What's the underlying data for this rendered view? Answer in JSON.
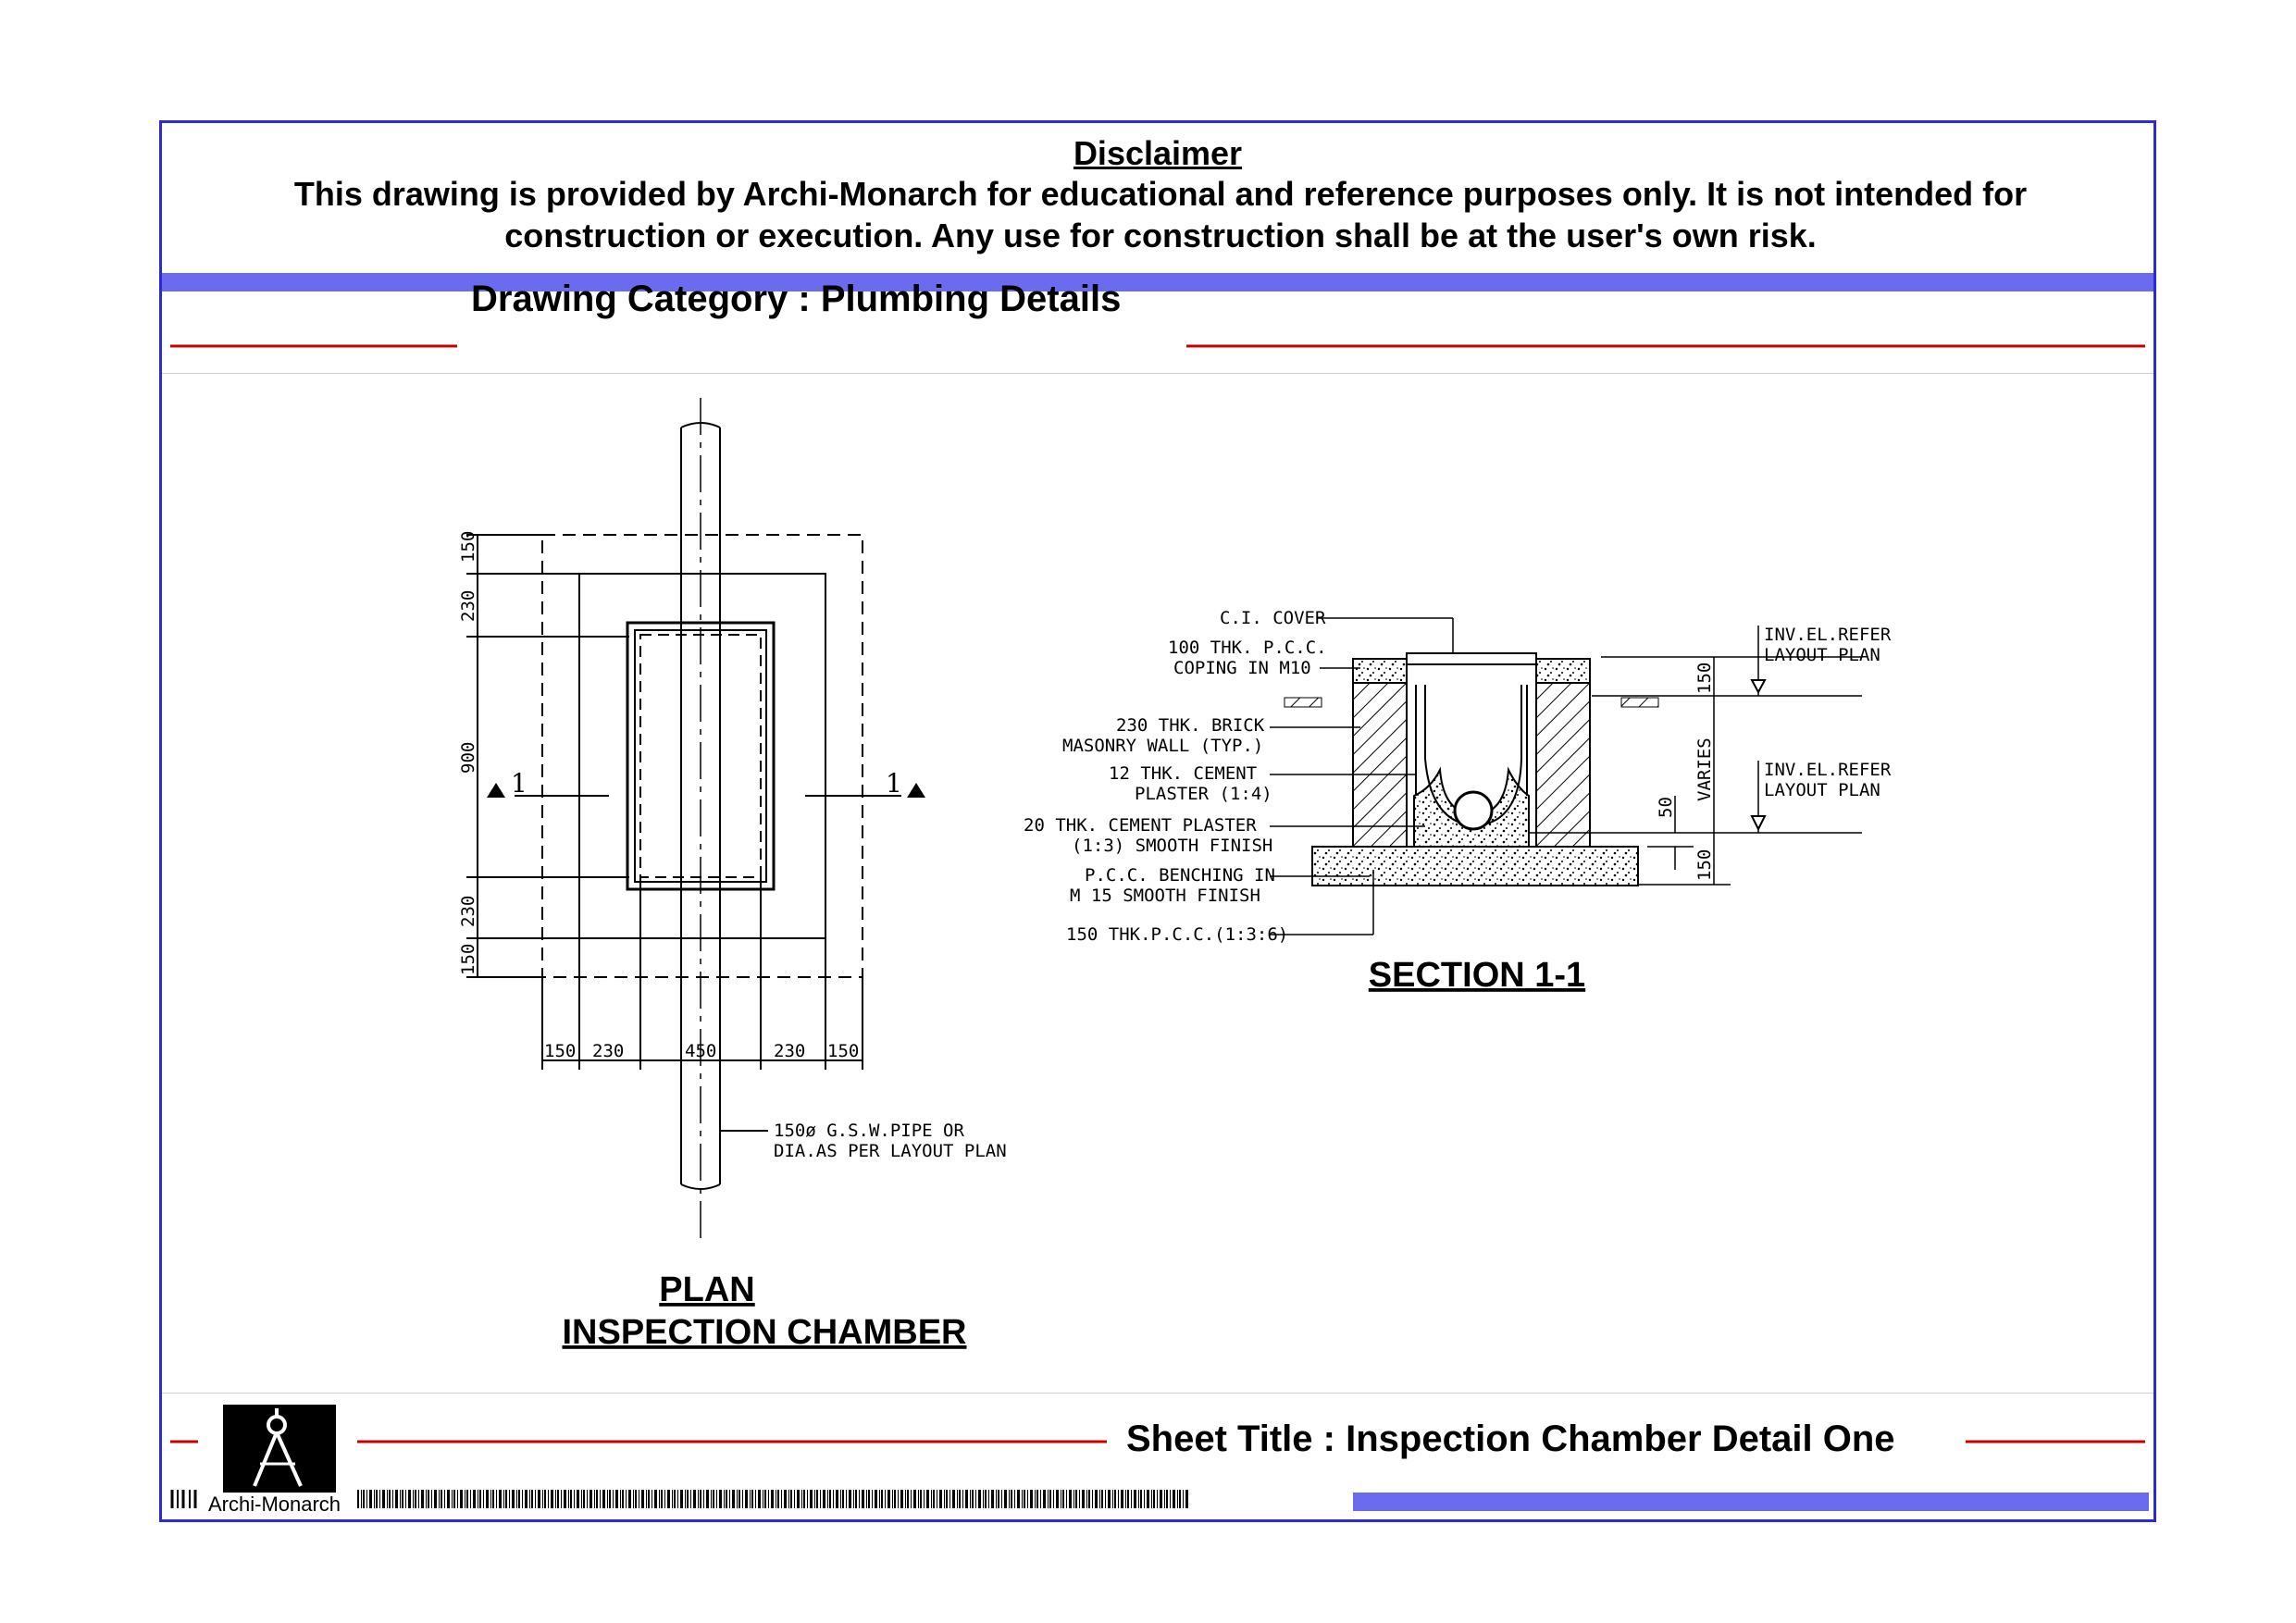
{
  "disclaimer": {
    "title": "Disclaimer",
    "text": "This drawing is provided by Archi-Monarch for educational and reference purposes only. It is not intended for construction or execution. Any use for construction shall be at the user's own risk."
  },
  "drawing_category": "Drawing Category : Plumbing Details",
  "sheet_title": "Sheet Title : Inspection Chamber Detail One",
  "brand": "Archi-Monarch",
  "plan": {
    "title_line1": "PLAN",
    "title_line2": "INSPECTION  CHAMBER",
    "dim_left": [
      "150",
      "230",
      "900",
      "230",
      "150"
    ],
    "dim_bottom": [
      "150",
      "230",
      "450",
      "230",
      "150"
    ],
    "section_mark_left": "1",
    "section_mark_right": "1",
    "pipe_note_1": "150ø  G.S.W.PIPE  OR",
    "pipe_note_2": "DIA.AS  PER  LAYOUT  PLAN"
  },
  "section": {
    "title": "SECTION 1-1",
    "labels": {
      "ci_cover": "C.I.  COVER",
      "pcc_coping_1": "100  THK.  P.C.C.",
      "pcc_coping_2": "COPING  IN  M10",
      "brick_wall_1": "230  THK.  BRICK",
      "brick_wall_2": "MASONRY  WALL  (TYP.)",
      "plaster12_1": "12  THK.  CEMENT",
      "plaster12_2": "PLASTER  (1:4)",
      "plaster20_1": "20  THK.  CEMENT  PLASTER",
      "plaster20_2": "(1:3)  SMOOTH  FINISH",
      "benching_1": "P.C.C.  BENCHING  IN",
      "benching_2": "M  15  SMOOTH  FINISH",
      "pcc_base": "150  THK.P.C.C.(1:3:6)",
      "inv_top_1": "INV.EL.REFER",
      "inv_top_2": "LAYOUT  PLAN",
      "inv_bot_1": "INV.EL.REFER",
      "inv_bot_2": "LAYOUT  PLAN"
    },
    "dims": {
      "top": "150",
      "varies": "VARIES",
      "bench": "50",
      "bottom": "150"
    }
  },
  "colors": {
    "border": "#2b2bd6",
    "band": "#6b6bf0",
    "accent_line": "#cc0000"
  }
}
